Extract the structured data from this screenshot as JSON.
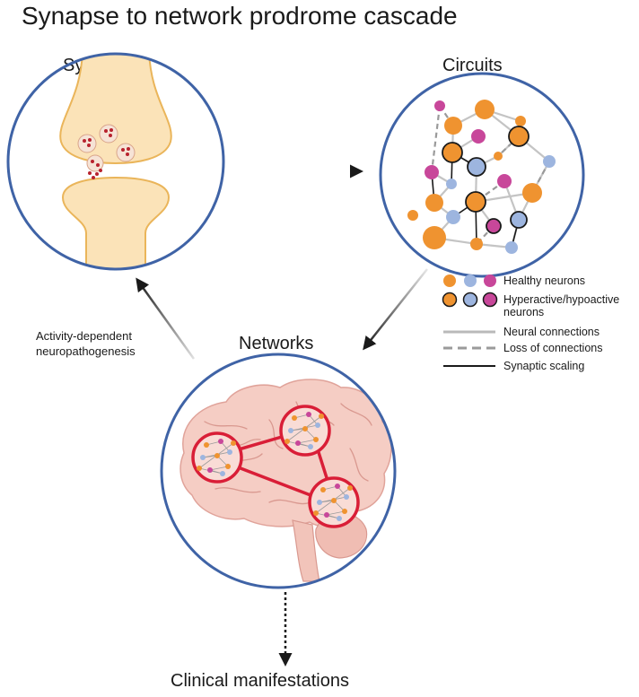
{
  "title": "Synapse to network prodrome cascade",
  "panels": {
    "synapse": "Synapse",
    "circuits": "Circuits",
    "networks": "Networks",
    "clinical": "Clinical manifestations"
  },
  "side_note": {
    "line1": "Activity-dependent",
    "line2": "neuropathogenesis"
  },
  "legend": {
    "healthy": "Healthy neurons",
    "hyper_line1": "Hyperactive/hypoactive",
    "hyper_line2": "neurons",
    "neural": "Neural connections",
    "loss": "Loss of connections",
    "scaling": "Synaptic scaling"
  },
  "colors": {
    "circle_border": "#3f63a6",
    "neuron_orange": "#ef9330",
    "neuron_blue": "#9db5df",
    "neuron_magenta": "#c8479a",
    "synapse_fill": "#fbe3b8",
    "synapse_stroke": "#eab55a",
    "network_red": "#d91e37",
    "brain_fill": "#f5cdc4"
  }
}
